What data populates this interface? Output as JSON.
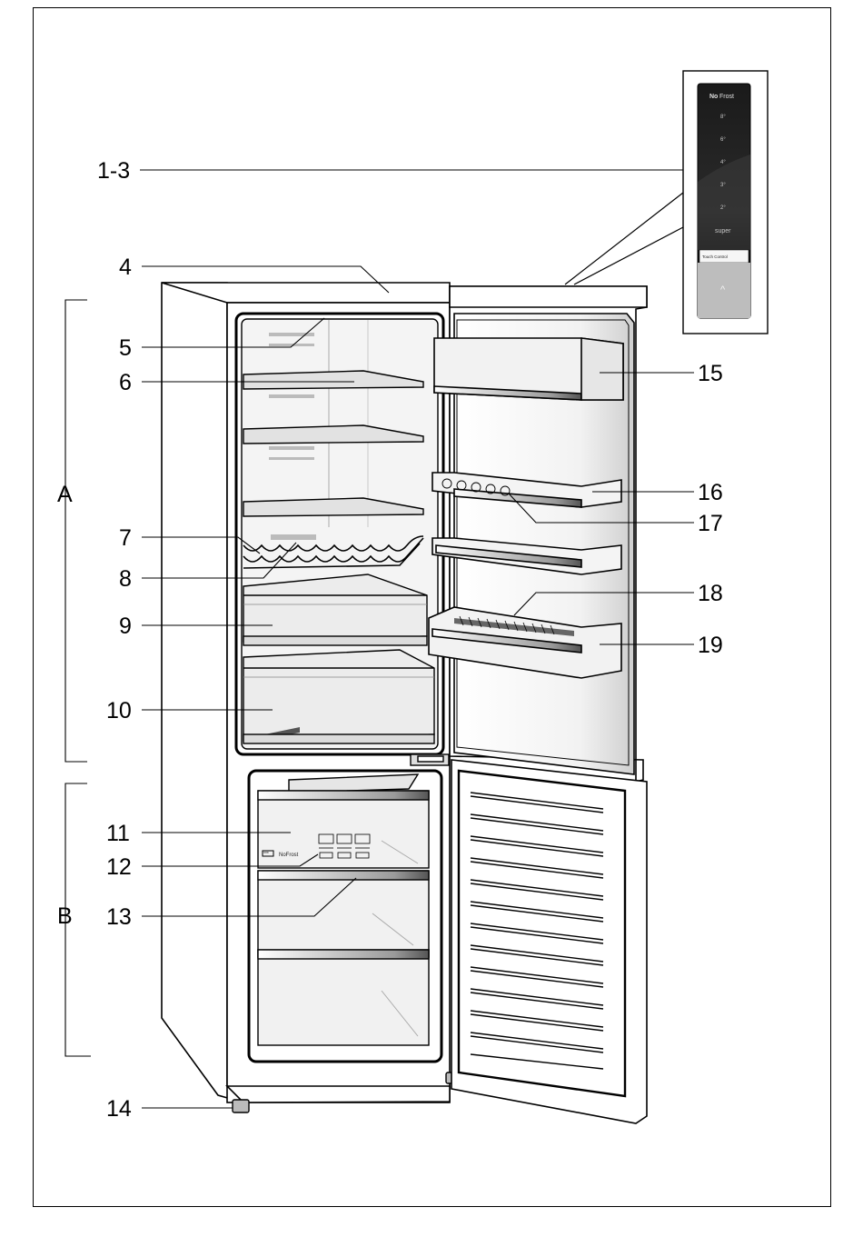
{
  "callouts": {
    "c1_3": "1-3",
    "c4": "4",
    "c5": "5",
    "c6": "6",
    "c7": "7",
    "c8": "8",
    "c9": "9",
    "c10": "10",
    "c11": "11",
    "c12": "12",
    "c13": "13",
    "c14": "14",
    "c15": "15",
    "c16": "16",
    "c17": "17",
    "c18": "18",
    "c19": "19",
    "cA": "A",
    "cB": "B"
  },
  "control_panel": {
    "brand_no": "No",
    "brand_frost": "Frost",
    "temps": [
      "8°",
      "6°",
      "4°",
      "3°",
      "2°"
    ],
    "super": "super",
    "touch_strip": "Touch Control",
    "arrow": "^"
  },
  "drawer_label": {
    "nofrost": "NoFrost",
    "badge": "***"
  },
  "colors": {
    "line": "#000000",
    "panel_dark": "#1e1e1e",
    "shade": "#d9d9d9"
  }
}
